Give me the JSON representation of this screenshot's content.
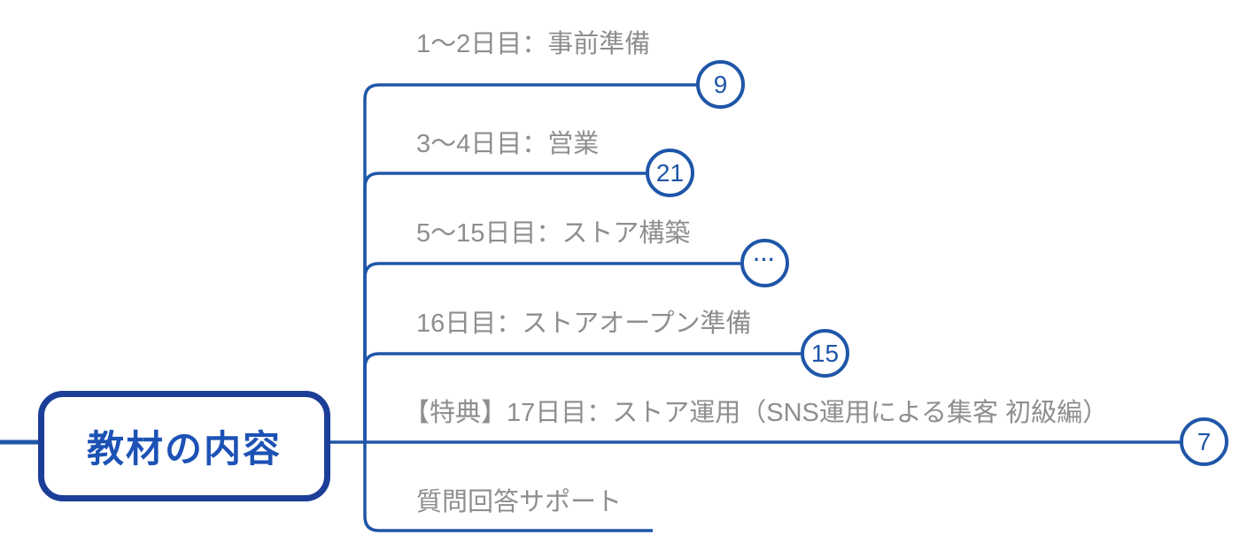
{
  "colors": {
    "line": "#1E56A8",
    "node_border": "#1B3E98",
    "node_text": "#1D52B5",
    "label_text": "#8E8E8E",
    "badge_border": "#1E56A8",
    "badge_text": "#1E56A8",
    "badge_fill": "#FFFFFF",
    "background": "#FFFFFF"
  },
  "root": {
    "label": "教材の内容"
  },
  "branches": [
    {
      "label": "1～2日目：事前準備",
      "badge": "9"
    },
    {
      "label": "3～4日目：営業",
      "badge": "21"
    },
    {
      "label": "5～15日目：ストア構築",
      "badge": "···"
    },
    {
      "label": "16日目：ストアオープン準備",
      "badge": "15"
    },
    {
      "label": "【特典】17日目：ストア運用（SNS運用による集客 初級編）",
      "badge": "7"
    },
    {
      "label": "質問回答サポート",
      "badge": null
    }
  ]
}
